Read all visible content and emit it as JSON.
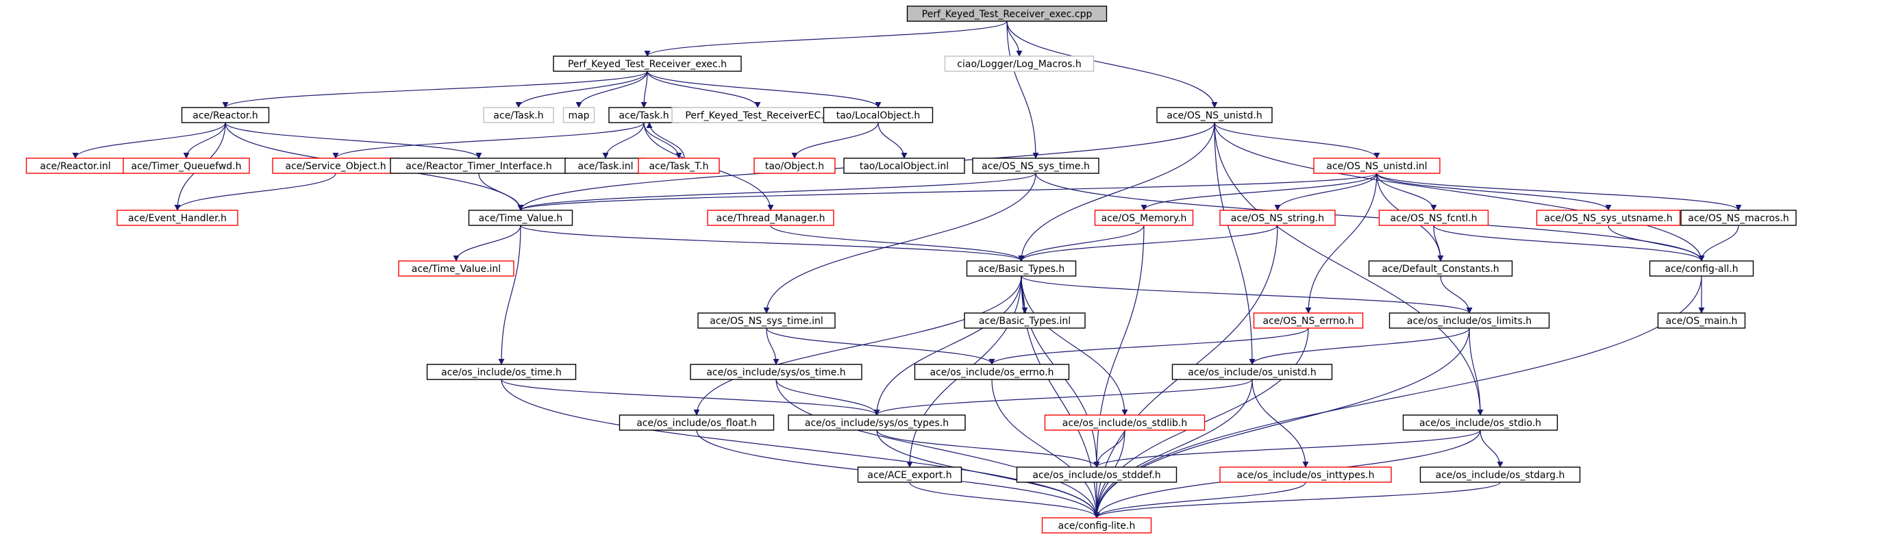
{
  "graph": {
    "title": "Perf_Keyed_Test_Receiver_exec.cpp",
    "colors": {
      "edge": "#191970",
      "root_fill": "#bfbfbf",
      "normal_border": "#000000",
      "truncated_border": "#ff0000",
      "external_border": "#bfbfbf",
      "text_external": "#7f7f7f"
    },
    "nodes": [
      {
        "id": "root",
        "label": "Perf_Keyed_Test_Receiver_exec.cpp",
        "kind": "root"
      },
      {
        "id": "exec_h",
        "label": "Perf_Keyed_Test_Receiver_exec.h",
        "kind": "normal"
      },
      {
        "id": "log_macros",
        "label": "ciao/Logger/Log_Macros.h",
        "kind": "external"
      },
      {
        "id": "reactor_h",
        "label": "ace/Reactor.h",
        "kind": "normal"
      },
      {
        "id": "task_h_ext",
        "label": "ace/Task.h",
        "kind": "external"
      },
      {
        "id": "map",
        "label": "map",
        "kind": "external"
      },
      {
        "id": "task_h",
        "label": "ace/Task.h",
        "kind": "normal"
      },
      {
        "id": "ec_h",
        "label": "Perf_Keyed_Test_ReceiverEC.h",
        "kind": "external"
      },
      {
        "id": "localobj_h",
        "label": "tao/LocalObject.h",
        "kind": "normal"
      },
      {
        "id": "os_ns_unistd_h",
        "label": "ace/OS_NS_unistd.h",
        "kind": "normal"
      },
      {
        "id": "reactor_inl",
        "label": "ace/Reactor.inl",
        "kind": "truncated"
      },
      {
        "id": "timer_qfwd",
        "label": "ace/Timer_Queuefwd.h",
        "kind": "truncated"
      },
      {
        "id": "service_obj",
        "label": "ace/Service_Object.h",
        "kind": "truncated"
      },
      {
        "id": "reactor_timer",
        "label": "ace/Reactor_Timer_Interface.h",
        "kind": "normal"
      },
      {
        "id": "task_inl",
        "label": "ace/Task.inl",
        "kind": "normal"
      },
      {
        "id": "task_t",
        "label": "ace/Task_T.h",
        "kind": "truncated"
      },
      {
        "id": "tao_object",
        "label": "tao/Object.h",
        "kind": "truncated"
      },
      {
        "id": "localobj_inl",
        "label": "tao/LocalObject.inl",
        "kind": "normal"
      },
      {
        "id": "os_ns_sys_time_h",
        "label": "ace/OS_NS_sys_time.h",
        "kind": "normal"
      },
      {
        "id": "os_ns_unistd_inl",
        "label": "ace/OS_NS_unistd.inl",
        "kind": "truncated"
      },
      {
        "id": "event_handler",
        "label": "ace/Event_Handler.h",
        "kind": "truncated"
      },
      {
        "id": "time_value_h",
        "label": "ace/Time_Value.h",
        "kind": "normal"
      },
      {
        "id": "thread_mgr",
        "label": "ace/Thread_Manager.h",
        "kind": "truncated"
      },
      {
        "id": "os_memory",
        "label": "ace/OS_Memory.h",
        "kind": "truncated"
      },
      {
        "id": "os_ns_string",
        "label": "ace/OS_NS_string.h",
        "kind": "truncated"
      },
      {
        "id": "os_ns_fcntl",
        "label": "ace/OS_NS_fcntl.h",
        "kind": "truncated"
      },
      {
        "id": "os_ns_sys_utsname",
        "label": "ace/OS_NS_sys_utsname.h",
        "kind": "truncated"
      },
      {
        "id": "os_ns_macros",
        "label": "ace/OS_NS_macros.h",
        "kind": "normal"
      },
      {
        "id": "time_value_inl",
        "label": "ace/Time_Value.inl",
        "kind": "truncated"
      },
      {
        "id": "basic_types_h",
        "label": "ace/Basic_Types.h",
        "kind": "normal"
      },
      {
        "id": "default_consts",
        "label": "ace/Default_Constants.h",
        "kind": "normal"
      },
      {
        "id": "config_all",
        "label": "ace/config-all.h",
        "kind": "normal"
      },
      {
        "id": "os_ns_sys_time_inl",
        "label": "ace/OS_NS_sys_time.inl",
        "kind": "normal"
      },
      {
        "id": "basic_types_inl",
        "label": "ace/Basic_Types.inl",
        "kind": "normal"
      },
      {
        "id": "os_ns_errno",
        "label": "ace/OS_NS_errno.h",
        "kind": "truncated"
      },
      {
        "id": "os_limits",
        "label": "ace/os_include/os_limits.h",
        "kind": "normal"
      },
      {
        "id": "os_main",
        "label": "ace/OS_main.h",
        "kind": "normal"
      },
      {
        "id": "os_time",
        "label": "ace/os_include/os_time.h",
        "kind": "normal"
      },
      {
        "id": "sys_os_time",
        "label": "ace/os_include/sys/os_time.h",
        "kind": "normal"
      },
      {
        "id": "os_errno",
        "label": "ace/os_include/os_errno.h",
        "kind": "normal"
      },
      {
        "id": "os_unistd",
        "label": "ace/os_include/os_unistd.h",
        "kind": "normal"
      },
      {
        "id": "os_float",
        "label": "ace/os_include/os_float.h",
        "kind": "normal"
      },
      {
        "id": "sys_os_types",
        "label": "ace/os_include/sys/os_types.h",
        "kind": "normal"
      },
      {
        "id": "os_stdlib",
        "label": "ace/os_include/os_stdlib.h",
        "kind": "truncated"
      },
      {
        "id": "os_stdio",
        "label": "ace/os_include/os_stdio.h",
        "kind": "normal"
      },
      {
        "id": "ace_export",
        "label": "ace/ACE_export.h",
        "kind": "normal"
      },
      {
        "id": "os_stddef",
        "label": "ace/os_include/os_stddef.h",
        "kind": "normal"
      },
      {
        "id": "os_inttypes",
        "label": "ace/os_include/os_inttypes.h",
        "kind": "truncated"
      },
      {
        "id": "os_stdarg",
        "label": "ace/os_include/os_stdarg.h",
        "kind": "normal"
      },
      {
        "id": "config_lite",
        "label": "ace/config-lite.h",
        "kind": "truncated"
      }
    ],
    "edges": [
      [
        "root",
        "exec_h"
      ],
      [
        "root",
        "log_macros"
      ],
      [
        "root",
        "os_ns_sys_time_h"
      ],
      [
        "root",
        "os_ns_unistd_h"
      ],
      [
        "exec_h",
        "reactor_h"
      ],
      [
        "exec_h",
        "task_h_ext"
      ],
      [
        "exec_h",
        "map"
      ],
      [
        "exec_h",
        "task_h"
      ],
      [
        "exec_h",
        "ec_h"
      ],
      [
        "exec_h",
        "localobj_h"
      ],
      [
        "reactor_h",
        "reactor_inl"
      ],
      [
        "reactor_h",
        "timer_qfwd"
      ],
      [
        "reactor_h",
        "event_handler"
      ],
      [
        "reactor_h",
        "reactor_timer"
      ],
      [
        "reactor_h",
        "time_value_h"
      ],
      [
        "task_h",
        "service_obj"
      ],
      [
        "task_h",
        "task_inl"
      ],
      [
        "task_h",
        "task_t"
      ],
      [
        "task_t",
        "task_h"
      ],
      [
        "task_h",
        "thread_mgr"
      ],
      [
        "localobj_h",
        "tao_object"
      ],
      [
        "localobj_h",
        "localobj_inl"
      ],
      [
        "service_obj",
        "event_handler"
      ],
      [
        "reactor_timer",
        "time_value_h"
      ],
      [
        "os_ns_sys_time_h",
        "time_value_h"
      ],
      [
        "os_ns_sys_time_h",
        "os_ns_sys_time_inl"
      ],
      [
        "os_ns_sys_time_h",
        "config_all"
      ],
      [
        "os_ns_unistd_h",
        "time_value_h"
      ],
      [
        "os_ns_unistd_h",
        "basic_types_h"
      ],
      [
        "os_ns_unistd_h",
        "os_ns_unistd_inl"
      ],
      [
        "os_ns_unistd_h",
        "os_unistd"
      ],
      [
        "os_ns_unistd_h",
        "os_stdio"
      ],
      [
        "os_ns_unistd_h",
        "config_all"
      ],
      [
        "os_ns_unistd_inl",
        "time_value_h"
      ],
      [
        "os_ns_unistd_inl",
        "os_memory"
      ],
      [
        "os_ns_unistd_inl",
        "os_ns_string"
      ],
      [
        "os_ns_unistd_inl",
        "os_ns_fcntl"
      ],
      [
        "os_ns_unistd_inl",
        "os_ns_sys_utsname"
      ],
      [
        "os_ns_unistd_inl",
        "os_ns_macros"
      ],
      [
        "os_ns_unistd_inl",
        "default_consts"
      ],
      [
        "os_ns_unistd_inl",
        "os_ns_errno"
      ],
      [
        "time_value_h",
        "time_value_inl"
      ],
      [
        "time_value_h",
        "basic_types_h"
      ],
      [
        "time_value_h",
        "os_time"
      ],
      [
        "thread_mgr",
        "basic_types_h"
      ],
      [
        "os_memory",
        "basic_types_h"
      ],
      [
        "os_memory",
        "os_stddef"
      ],
      [
        "os_ns_string",
        "basic_types_h"
      ],
      [
        "os_ns_string",
        "config_lite"
      ],
      [
        "os_ns_fcntl",
        "default_consts"
      ],
      [
        "os_ns_fcntl",
        "config_all"
      ],
      [
        "os_ns_sys_utsname",
        "config_all"
      ],
      [
        "os_ns_macros",
        "config_all"
      ],
      [
        "default_consts",
        "os_limits"
      ],
      [
        "config_all",
        "os_main"
      ],
      [
        "config_all",
        "config_lite"
      ],
      [
        "basic_types_h",
        "basic_types_inl"
      ],
      [
        "basic_types_h",
        "os_limits"
      ],
      [
        "basic_types_h",
        "ace_export"
      ],
      [
        "basic_types_h",
        "os_float"
      ],
      [
        "basic_types_h",
        "sys_os_types"
      ],
      [
        "basic_types_h",
        "os_stdlib"
      ],
      [
        "basic_types_h",
        "os_stddef"
      ],
      [
        "basic_types_h",
        "config_lite"
      ],
      [
        "os_ns_sys_time_inl",
        "sys_os_time"
      ],
      [
        "os_ns_sys_time_inl",
        "os_errno"
      ],
      [
        "os_ns_errno",
        "os_errno"
      ],
      [
        "os_ns_errno",
        "config_lite"
      ],
      [
        "os_limits",
        "os_unistd"
      ],
      [
        "os_limits",
        "os_stdio"
      ],
      [
        "os_limits",
        "config_lite"
      ],
      [
        "os_time",
        "sys_os_types"
      ],
      [
        "os_time",
        "config_lite"
      ],
      [
        "sys_os_time",
        "sys_os_types"
      ],
      [
        "sys_os_time",
        "config_lite"
      ],
      [
        "os_errno",
        "config_lite"
      ],
      [
        "os_unistd",
        "sys_os_types"
      ],
      [
        "os_unistd",
        "os_inttypes"
      ],
      [
        "os_unistd",
        "config_lite"
      ],
      [
        "os_float",
        "config_lite"
      ],
      [
        "sys_os_types",
        "os_stddef"
      ],
      [
        "sys_os_types",
        "config_lite"
      ],
      [
        "os_stdlib",
        "os_stddef"
      ],
      [
        "os_stdlib",
        "config_lite"
      ],
      [
        "os_stdio",
        "os_stddef"
      ],
      [
        "os_stdio",
        "os_stdarg"
      ],
      [
        "os_stdio",
        "config_lite"
      ],
      [
        "ace_export",
        "config_lite"
      ],
      [
        "os_stddef",
        "config_lite"
      ],
      [
        "os_inttypes",
        "config_lite"
      ],
      [
        "os_stdarg",
        "config_lite"
      ]
    ]
  }
}
